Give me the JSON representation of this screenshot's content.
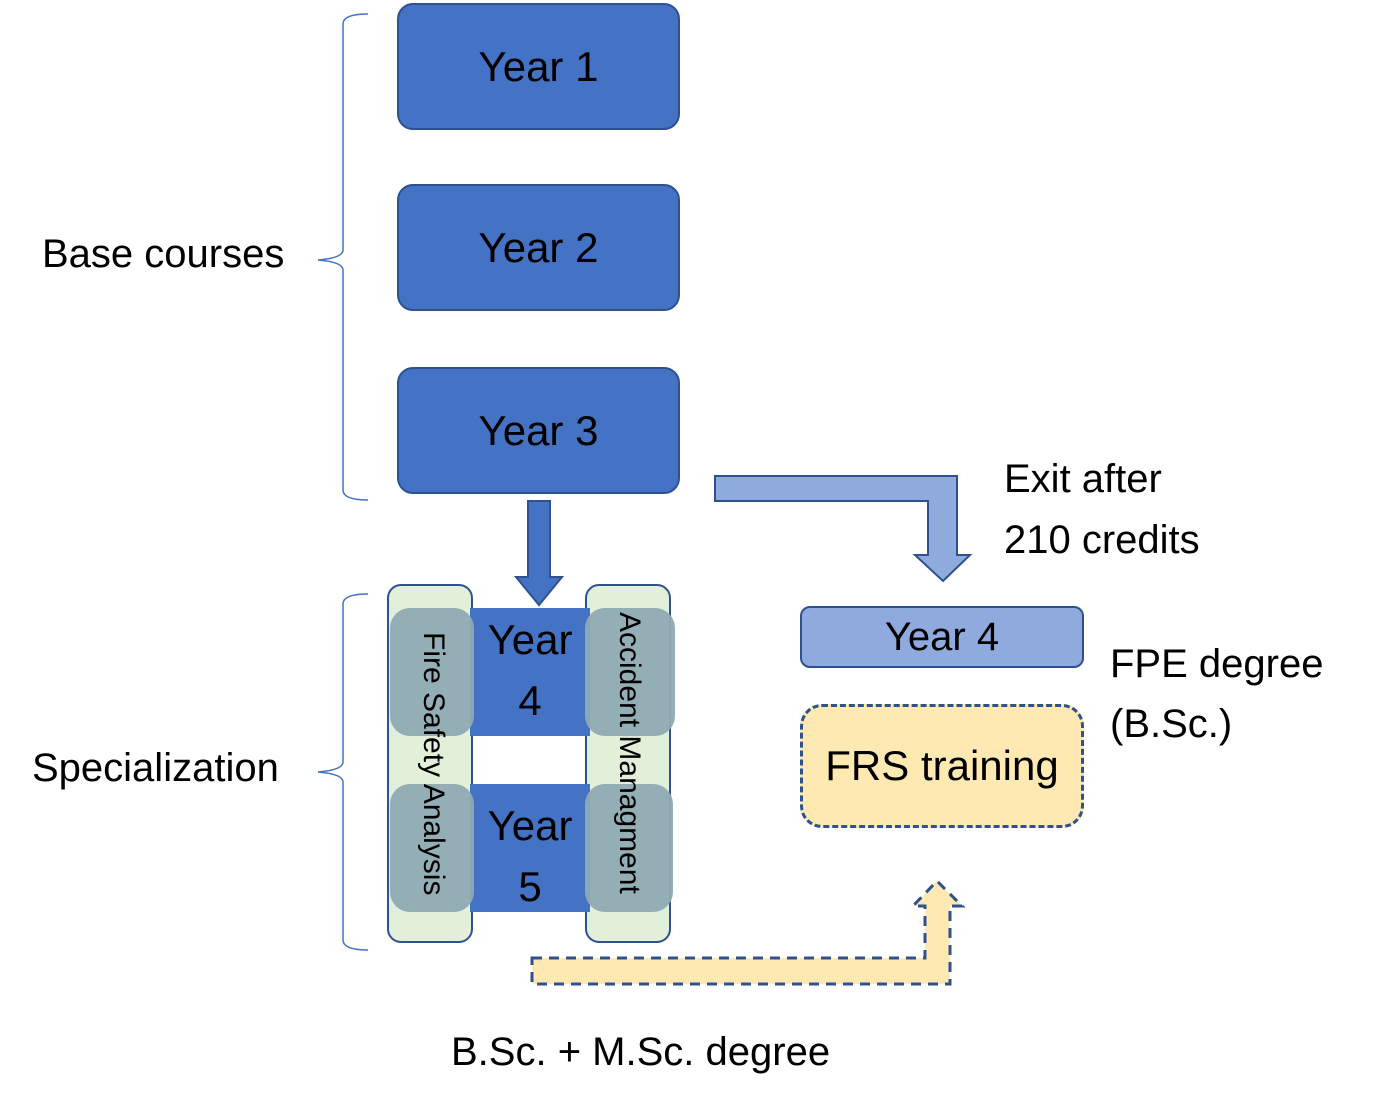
{
  "brackets": {
    "base": {
      "label": "Base courses"
    },
    "specialization": {
      "label": "Specialization"
    }
  },
  "base_years": [
    {
      "label": "Year 1"
    },
    {
      "label": "Year 2"
    },
    {
      "label": "Year 3"
    }
  ],
  "specialization": {
    "years": [
      {
        "line1": "Year",
        "line2": "4"
      },
      {
        "line1": "Year",
        "line2": "5"
      }
    ],
    "tracks": [
      {
        "label": "Fire Safety Analysis"
      },
      {
        "label": "Accident Managment"
      }
    ]
  },
  "exit_path": {
    "label_line1": "Exit after",
    "label_line2": "210 credits",
    "year_box": "Year 4",
    "degree_line1": "FPE degree",
    "degree_line2": "(B.Sc.)",
    "training_box": "FRS training"
  },
  "bottom": {
    "label": "B.Sc. + M.Sc. degree"
  },
  "colors": {
    "dark_blue": "#4472c4",
    "light_blue": "#8faadc",
    "outline": "#2f528f",
    "green_strip": "#e2efd9",
    "yellow": "#ffe9b3",
    "bracket": "#4472c4"
  }
}
